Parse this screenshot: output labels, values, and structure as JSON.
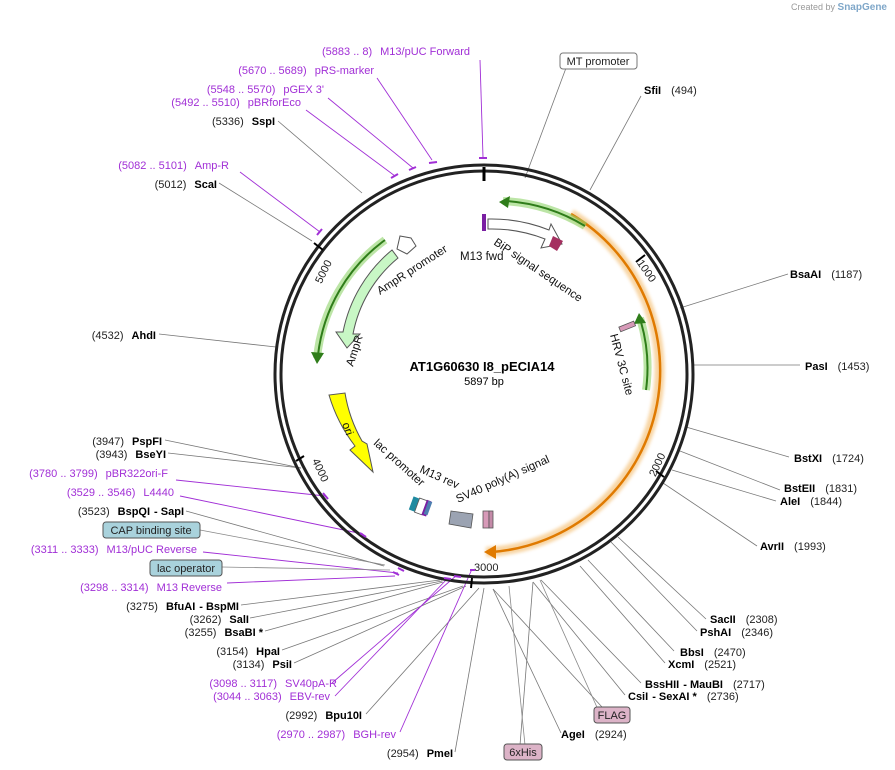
{
  "brand": {
    "created_by": "Created by",
    "name": "SnapGene"
  },
  "plasmid": {
    "name": "AT1G60630 I8_pECIA14",
    "length": "5897 bp"
  },
  "ticks": [
    "1000",
    "2000",
    "3000",
    "4000",
    "5000"
  ],
  "feature_labels": [
    "BiP signal sequence",
    "M13 fwd",
    "AmpR promoter",
    "AmpR",
    "ori",
    "lac promoter",
    "M13 rev",
    "SV40 poly(A) signal",
    "HRV 3C site"
  ],
  "boxed": {
    "mt_promoter": "MT promoter",
    "cap_site": "CAP binding site",
    "lac_operator": "lac operator",
    "flag": "FLAG",
    "his": "6xHis"
  },
  "right_sites": [
    {
      "name": "SfiI",
      "pos": "(494)"
    },
    {
      "name": "BsaAI",
      "pos": "(1187)"
    },
    {
      "name": "PasI",
      "pos": "(1453)"
    },
    {
      "name": "BstXI",
      "pos": "(1724)"
    },
    {
      "name": "BstEII",
      "pos": "(1831)"
    },
    {
      "name": "AleI",
      "pos": "(1844)"
    },
    {
      "name": "AvrII",
      "pos": "(1993)"
    },
    {
      "name": "SacII",
      "pos": "(2308)"
    },
    {
      "name": "PshAI",
      "pos": "(2346)"
    },
    {
      "name": "BbsI",
      "pos": "(2470)"
    },
    {
      "name": "XcmI",
      "pos": "(2521)"
    },
    {
      "name": "BssHII",
      "name2": "- MauBI",
      "pos": "(2717)"
    },
    {
      "name": "CsiI",
      "name2": "- SexAI *",
      "pos": "(2736)"
    },
    {
      "name": "AgeI",
      "pos": "(2924)"
    }
  ],
  "left_sites": [
    {
      "name": "SspI",
      "pos": "(5336)"
    },
    {
      "name": "ScaI",
      "pos": "(5012)"
    },
    {
      "name": "AhdI",
      "pos": "(4532)"
    },
    {
      "name": "PspFI",
      "pos": "(3947)"
    },
    {
      "name": "BseYI",
      "pos": "(3943)"
    },
    {
      "name": "BspQI",
      "name2": "- SapI",
      "pos": "(3523)"
    },
    {
      "name": "BfuAI",
      "name2": "- BspMI",
      "pos": "(3275)"
    },
    {
      "name": "SalI",
      "pos": "(3262)"
    },
    {
      "name": "BsaBI *",
      "pos": "(3255)"
    },
    {
      "name": "HpaI",
      "pos": "(3154)"
    },
    {
      "name": "PsiI",
      "pos": "(3134)"
    },
    {
      "name": "Bpu10I",
      "pos": "(2992)"
    },
    {
      "name": "PmeI",
      "pos": "(2954)"
    }
  ],
  "primers": [
    {
      "range": "(5883 .. 8)",
      "name": "M13/pUC Forward"
    },
    {
      "range": "(5670 .. 5689)",
      "name": "pRS-marker"
    },
    {
      "range": "(5548 .. 5570)",
      "name": "pGEX 3'"
    },
    {
      "range": "(5492 .. 5510)",
      "name": "pBRforEco"
    },
    {
      "range": "(5082 .. 5101)",
      "name": "Amp-R"
    },
    {
      "range": "(3780 .. 3799)",
      "name": "pBR322ori-F"
    },
    {
      "range": "(3529 .. 3546)",
      "name": "L4440"
    },
    {
      "range": "(3311 .. 3333)",
      "name": "M13/pUC Reverse"
    },
    {
      "range": "(3298 .. 3314)",
      "name": "M13 Reverse"
    },
    {
      "range": "(3098 .. 3117)",
      "name": "SV40pA-R"
    },
    {
      "range": "(3044 .. 3063)",
      "name": "EBV-rev"
    },
    {
      "range": "(2970 .. 2987)",
      "name": "BGH-rev"
    }
  ],
  "colors": {
    "backbone": "#222222",
    "primer": "#a12fd6",
    "orange_feature": "#f2b35a",
    "green_feature": "#6fb83a",
    "ampr_fill": "#c8f7c5",
    "ori_fill": "#ffff00",
    "box_blue": "#a9d2dc",
    "box_pink": "#dcb3c7"
  }
}
